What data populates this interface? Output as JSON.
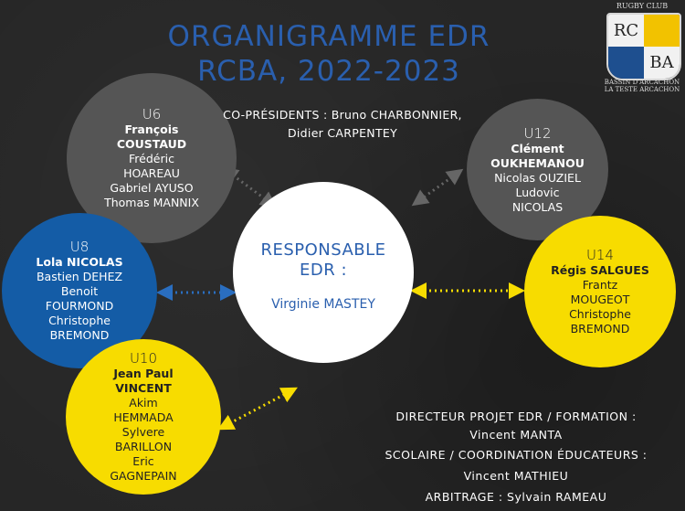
{
  "title": {
    "line1": "ORGANIGRAMME EDR",
    "line2": "RCBA, 2022-2023"
  },
  "logo": {
    "top_text": "RUGBY CLUB",
    "letters": [
      "RC",
      "",
      "",
      "BA"
    ],
    "bottom_text_1": "BASSIN D'ARCACHON",
    "bottom_text_2": "LA TESTE ARCACHON",
    "colors": {
      "blue": "#1e4f8f",
      "yellow": "#f2c200",
      "white": "#f1f1f1"
    }
  },
  "co_presidents": {
    "line1": "CO-PRÉSIDENTS : Bruno CHARBONNIER,",
    "line2": "Didier CARPENTEY"
  },
  "center": {
    "label_line1": "RESPONSABLE",
    "label_line2": "EDR :",
    "name": "Virginie MASTEY"
  },
  "groups": {
    "u6": {
      "category": "U6",
      "head": [
        "François",
        "COUSTAUD"
      ],
      "members": [
        "Frédéric",
        "HOAREAU",
        "Gabriel AYUSO",
        "Thomas MANNIX"
      ],
      "color": "#555555"
    },
    "u8": {
      "category": "U8",
      "head": [
        "Lola NICOLAS"
      ],
      "members": [
        "Bastien DEHEZ",
        "Benoit",
        "FOURMOND",
        "Christophe",
        "BREMOND"
      ],
      "color": "#145ca6"
    },
    "u10": {
      "category": "U10",
      "head": [
        "Jean Paul",
        "VINCENT"
      ],
      "members": [
        "Akim",
        "HEMMADA",
        "Sylvere",
        "BARILLON",
        "Eric",
        "GAGNEPAIN"
      ],
      "color": "#f7dc00"
    },
    "u12": {
      "category": "U12",
      "head": [
        "Clément",
        "OUKHEMANOU"
      ],
      "members": [
        "Nicolas OUZIEL",
        "Ludovic",
        "NICOLAS"
      ],
      "color": "#555555"
    },
    "u14": {
      "category": "U14",
      "head": [
        "Régis SALGUES"
      ],
      "members": [
        "Frantz",
        "MOUGEOT",
        "Christophe",
        "BREMOND"
      ],
      "color": "#f7dc00"
    }
  },
  "bottom": {
    "line1": "DIRECTEUR PROJET EDR / FORMATION :",
    "line2": "Vincent MANTA",
    "line3": "SCOLAIRE / COORDINATION ÉDUCATEURS :",
    "line4": "Vincent MATHIEU",
    "line5": "ARBITRAGE : Sylvain RAMEAU"
  }
}
